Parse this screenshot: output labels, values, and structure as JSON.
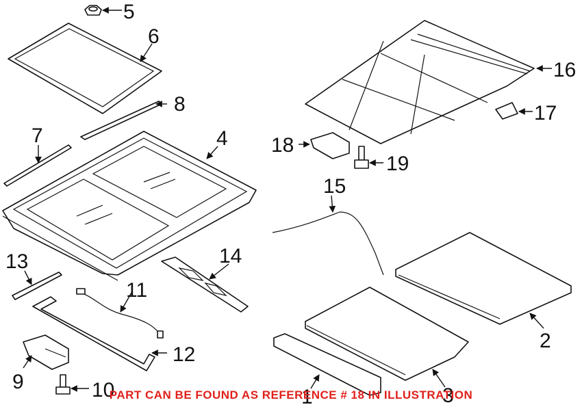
{
  "callouts": {
    "c1": "1",
    "c2": "2",
    "c3": "3",
    "c4": "4",
    "c5": "5",
    "c6": "6",
    "c7": "7",
    "c8": "8",
    "c9": "9",
    "c10": "10",
    "c11": "11",
    "c12": "12",
    "c13": "13",
    "c14": "14",
    "c15": "15",
    "c16": "16",
    "c17": "17",
    "c18": "18",
    "c19": "19"
  },
  "notice": {
    "text": "PART CAN BE FOUND AS REFERENCE # 18 IN ILLUSTRATION",
    "color": "#e0201b"
  }
}
